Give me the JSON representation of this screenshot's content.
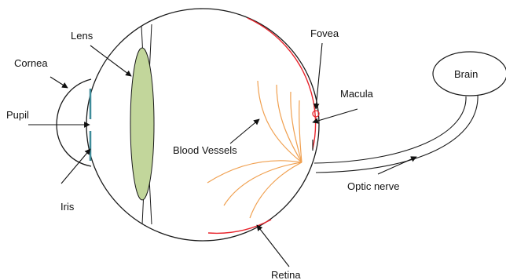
{
  "labels": {
    "lens": "Lens",
    "cornea": "Cornea",
    "pupil": "Pupil",
    "iris": "Iris",
    "fovea": "Fovea",
    "macula": "Macula",
    "blood_vessels": "Blood Vessels",
    "brain": "Brain",
    "optic_nerve": "Optic nerve",
    "retina": "Retina"
  },
  "colors": {
    "outline": "#1a1a1a",
    "lens_fill": "#c2d69b",
    "retina": "#e8242c",
    "vessels": "#f0a050",
    "iris": "#3f8c9a",
    "fovea": "#e8242c"
  }
}
